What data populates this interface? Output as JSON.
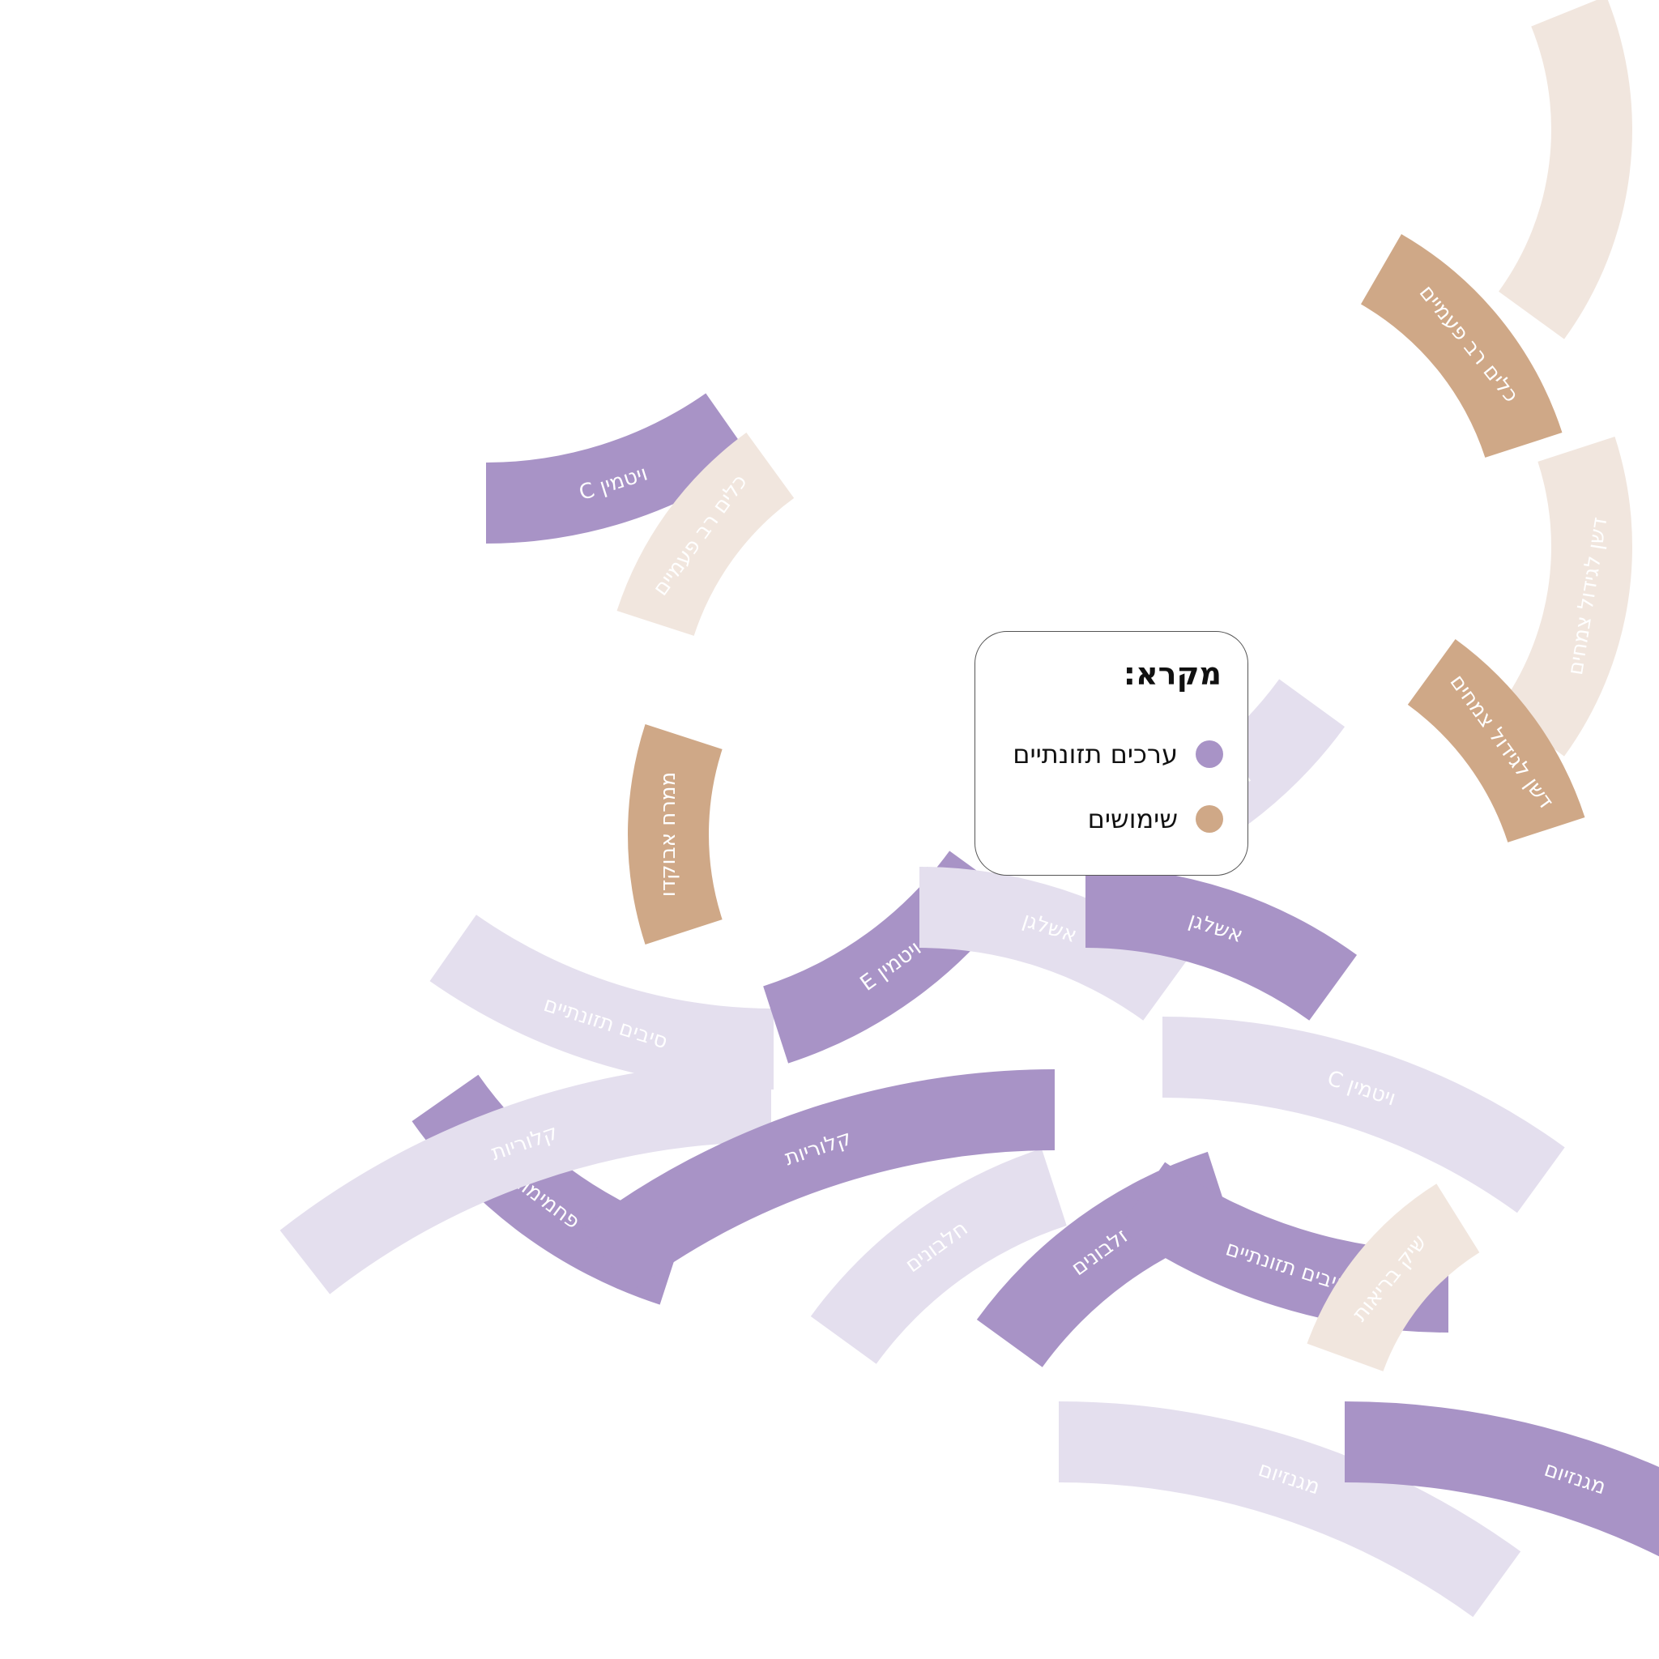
{
  "legend": {
    "title": "מקרא:",
    "items": [
      {
        "label": "ערכים תזונתיים",
        "color": "#a893c6"
      },
      {
        "label": "שימושים",
        "color": "#cfa887"
      }
    ]
  },
  "palette": {
    "nutrition_dark": "#a893c6",
    "nutrition_light": "#e4dfee",
    "uses_dark": "#cfa887",
    "uses_light": "#f1e6de",
    "label_text": "#ffffff"
  },
  "segments": [
    {
      "label": "",
      "category": "uses",
      "tone": "light"
    },
    {
      "label": "כלים רב פעמיים",
      "category": "uses",
      "tone": "dark"
    },
    {
      "label": "דשן לגידול צמחים",
      "category": "uses",
      "tone": "light"
    },
    {
      "label": "דשן לגידול צמחים",
      "category": "uses",
      "tone": "dark"
    },
    {
      "label": "ויטמין C",
      "category": "nutrition",
      "tone": "dark"
    },
    {
      "label": "כלים רב פעמיים",
      "category": "uses",
      "tone": "light"
    },
    {
      "label": "ויטמין E",
      "category": "nutrition",
      "tone": "light"
    },
    {
      "label": "סיבים תזונתיים",
      "category": "nutrition",
      "tone": "light"
    },
    {
      "label": "ממרח אבוקדו",
      "category": "uses",
      "tone": "dark"
    },
    {
      "label": "ויטמין E",
      "category": "nutrition",
      "tone": "dark"
    },
    {
      "label": "אשלגן",
      "category": "nutrition",
      "tone": "light"
    },
    {
      "label": "אשלגן",
      "category": "nutrition",
      "tone": "dark"
    },
    {
      "label": "פחמימות",
      "category": "nutrition",
      "tone": "dark"
    },
    {
      "label": "חלבונים",
      "category": "nutrition",
      "tone": "light"
    },
    {
      "label": "חלבונים",
      "category": "nutrition",
      "tone": "dark"
    },
    {
      "label": "סיבים תזונתיים",
      "category": "nutrition",
      "tone": "dark"
    },
    {
      "label": "שיק בריאות",
      "category": "uses",
      "tone": "light"
    },
    {
      "label": "ויטמין C",
      "category": "nutrition",
      "tone": "light"
    },
    {
      "label": "קלוריות",
      "category": "nutrition",
      "tone": "light"
    },
    {
      "label": "קלוריות",
      "category": "nutrition",
      "tone": "dark"
    },
    {
      "label": "מגנזיום",
      "category": "nutrition",
      "tone": "light"
    },
    {
      "label": "מגנזיום",
      "category": "nutrition",
      "tone": "dark"
    }
  ]
}
